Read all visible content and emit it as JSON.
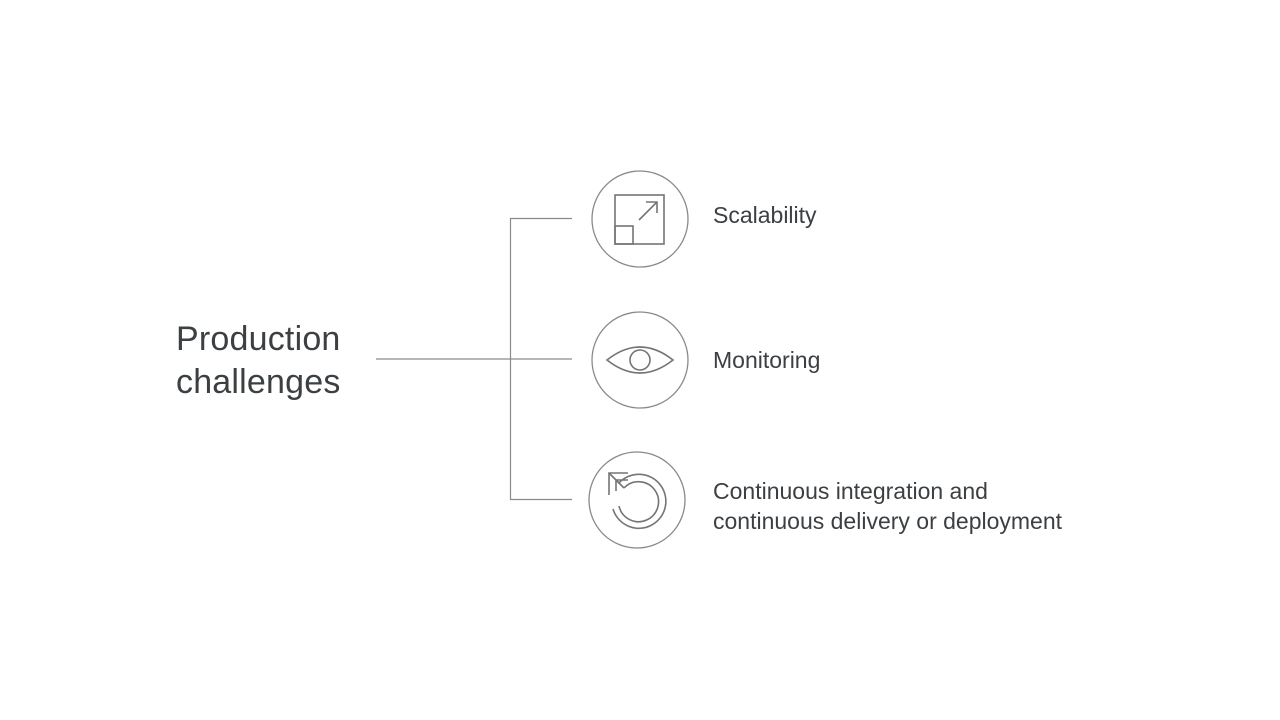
{
  "diagram": {
    "main_title_lines": [
      "Production",
      "challenges"
    ],
    "items": [
      {
        "icon": "open-in-full-icon",
        "label_lines": [
          "Scalability"
        ]
      },
      {
        "icon": "eye-icon",
        "label_lines": [
          "Monitoring"
        ]
      },
      {
        "icon": "restart-arrow-icon",
        "label_lines": [
          "Continuous integration and",
          "continuous delivery or deployment"
        ]
      }
    ],
    "colors": {
      "text": "#3c4043",
      "line": "#8a8a8a",
      "icon_stroke": "#757575",
      "background": "#ffffff"
    }
  }
}
